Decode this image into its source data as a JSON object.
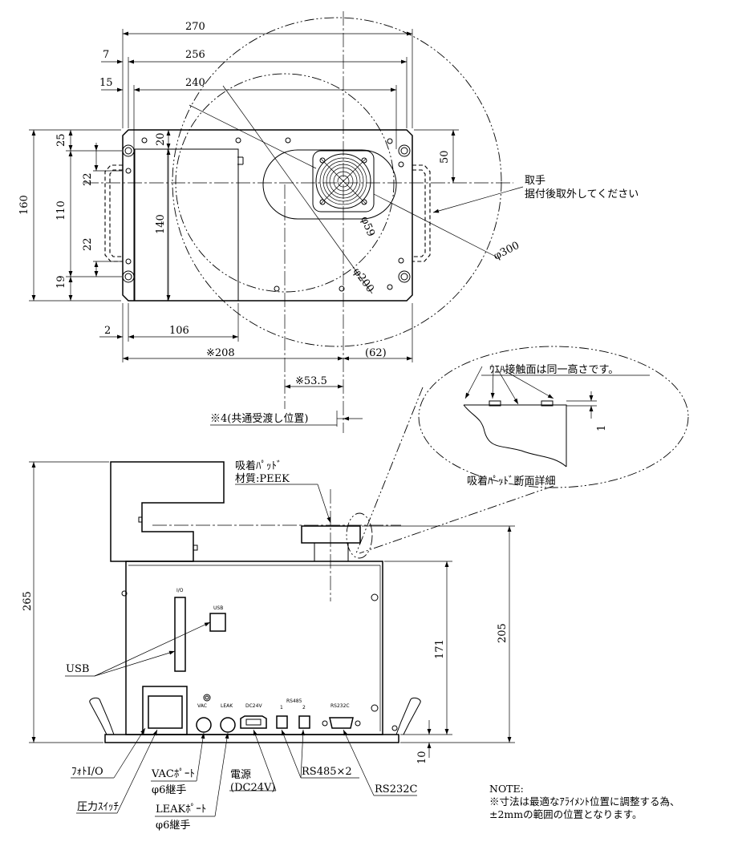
{
  "top_view": {
    "dims": {
      "d270": "270",
      "d7": "7",
      "d256": "256",
      "d15": "15",
      "d240": "240",
      "d25": "25",
      "d20": "20",
      "d50": "50",
      "d160": "160",
      "d110": "110",
      "d22a": "22",
      "d22b": "22",
      "d140": "140",
      "d19": "19",
      "d2": "2",
      "d106": "106",
      "d208": "※208",
      "d62": "(62)",
      "d53": "※53.5",
      "d4": "※4(共通受渡し位置)"
    },
    "phi59": "φ59",
    "phi200": "φ200",
    "phi300": "φ300",
    "handle_label_1": "取手",
    "handle_label_2": "据付後取外してください"
  },
  "detail": {
    "note": "ｳｴﾊ接触面は同一高さです。",
    "dim1": "1",
    "title": "吸着ﾊﾟｯﾄﾞ断面詳細"
  },
  "front_view": {
    "pad_label_1": "吸着ﾊﾟｯﾄﾞ",
    "pad_label_2": "材質:PEEK",
    "d265": "265",
    "d205": "205",
    "d171": "171",
    "d10": "10",
    "panel": {
      "io": "I/O",
      "usb": "USB",
      "vac": "VAC",
      "leak": "LEAK",
      "dc24v": "DC24V",
      "rs485": "RS485",
      "port1": "1",
      "port2": "2",
      "rs232c": "RS232C"
    },
    "callouts": {
      "usb": "USB",
      "photo_io": "ﾌｫﾄI/O",
      "vac_port_1": "VACﾎﾟｰﾄ",
      "vac_port_2": "φ6継手",
      "pressure_switch": "圧力ｽｲｯﾁ",
      "leak_port_1": "LEAKﾎﾟｰﾄ",
      "leak_port_2": "φ6継手",
      "power_1": "電源",
      "power_2": "(DC24V)",
      "rs485x2": "RS485×2",
      "rs232c": "RS232C"
    }
  },
  "note": {
    "line1": "NOTE:",
    "line2": "※寸法は最適なｱﾗｲﾒﾝﾄ位置に調整する為、",
    "line3": "±2mmの範囲の位置となります。"
  }
}
